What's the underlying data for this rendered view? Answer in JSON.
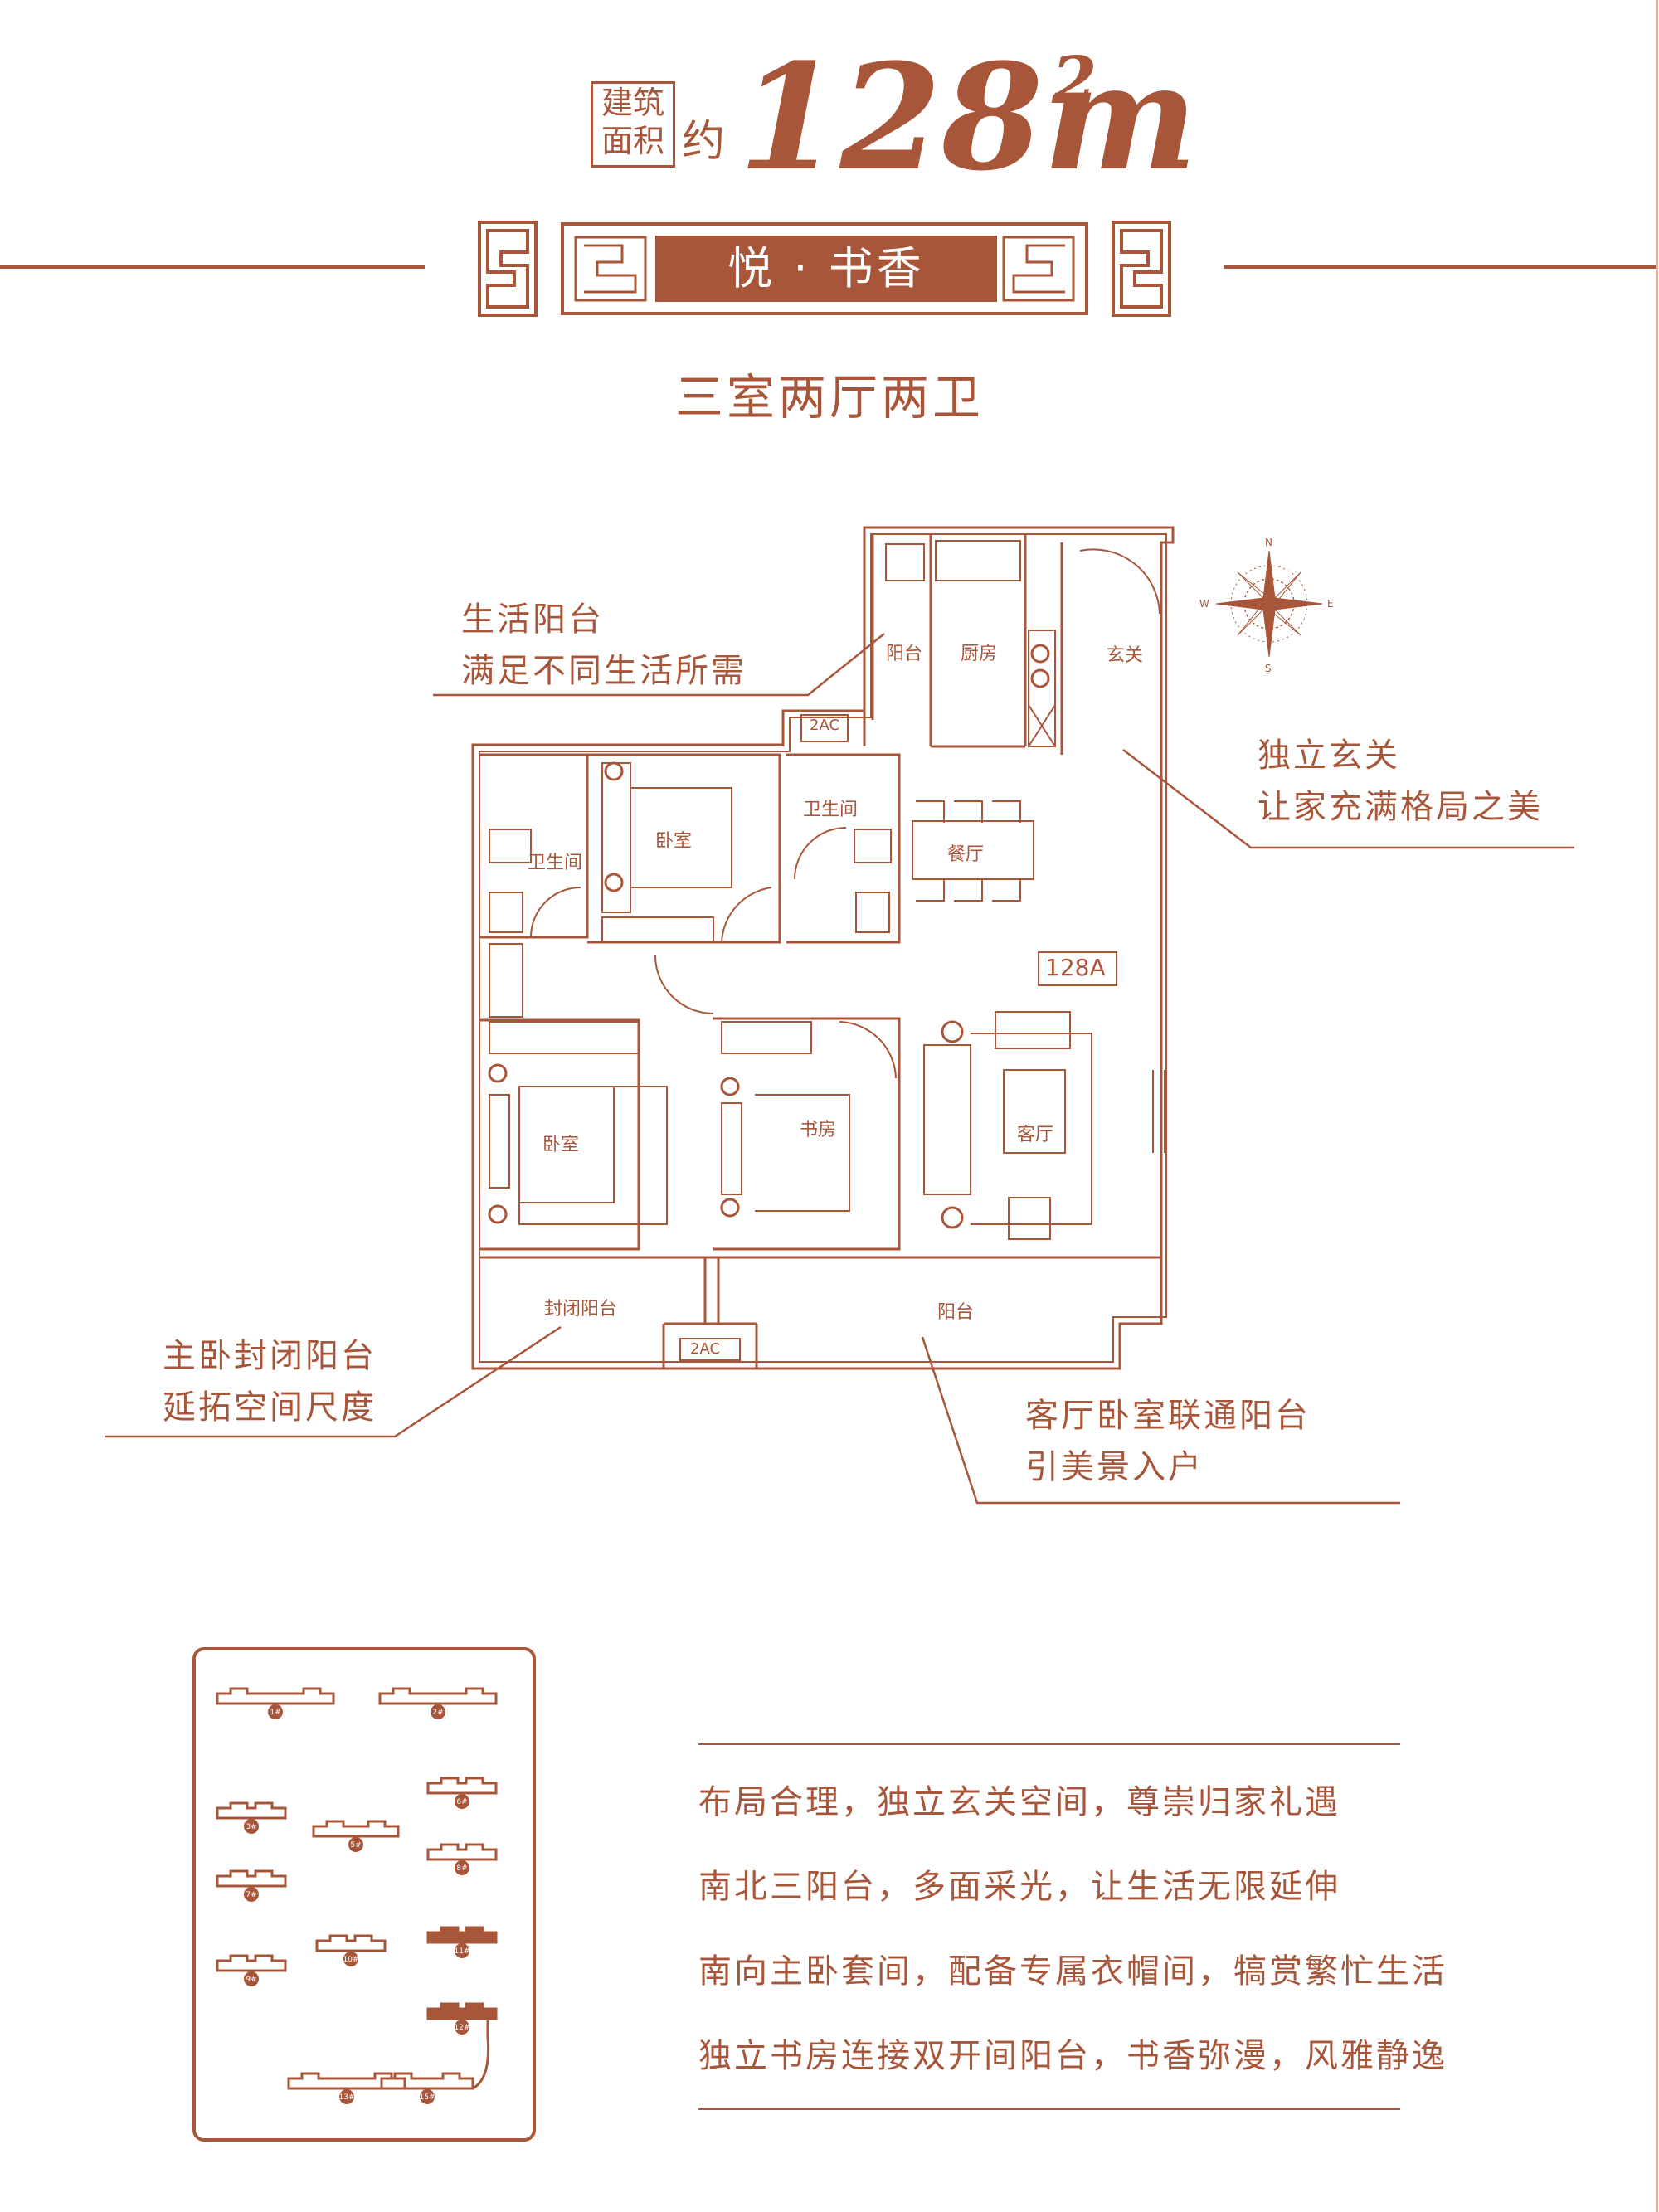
{
  "header": {
    "area_label_line1": "建筑",
    "area_label_line2": "面积",
    "approx": "约",
    "area_number": "128m",
    "area_sup": "2",
    "series_name": "悦 · 书香",
    "layout_type": "三室两厅两卫"
  },
  "floorplan": {
    "unit_code": "128A",
    "rooms": {
      "balcony_utility": "阳台",
      "kitchen": "厨房",
      "foyer": "玄关",
      "bathroom_1": "卫生间",
      "bedroom_1": "卧室",
      "bathroom_2": "卫生间",
      "dining": "餐厅",
      "master_bedroom": "卧室",
      "study": "书房",
      "living": "客厅",
      "enclosed_balcony": "封闭阳台",
      "balcony_main": "阳台",
      "ac_1": "2AC",
      "ac_2": "2AC"
    }
  },
  "annotations": {
    "utility_balcony": [
      "生活阳台",
      "满足不同生活所需"
    ],
    "foyer": [
      "独立玄关",
      "让家充满格局之美"
    ],
    "master_balcony": [
      "主卧封闭阳台",
      "延拓空间尺度"
    ],
    "living_balcony": [
      "客厅卧室联通阳台",
      "引美景入户"
    ]
  },
  "keyplan": {
    "buildings": [
      "1#",
      "2#",
      "3#",
      "5#",
      "6#",
      "7#",
      "8#",
      "9#",
      "10#",
      "11#",
      "12#",
      "13#",
      "15#"
    ]
  },
  "features": [
    "布局合理，独立玄关空间，尊崇归家礼遇",
    "南北三阳台，多面采光，让生活无限延伸",
    "南向主卧套间，配备专属衣帽间，犒赏繁忙生活",
    "独立书房连接双开间阳台，书香弥漫，风雅静逸"
  ],
  "colors": {
    "accent": "#a8563a",
    "background": "#ffffff"
  },
  "icons": [
    "compass-rose-icon",
    "fret-ornament-icon"
  ]
}
